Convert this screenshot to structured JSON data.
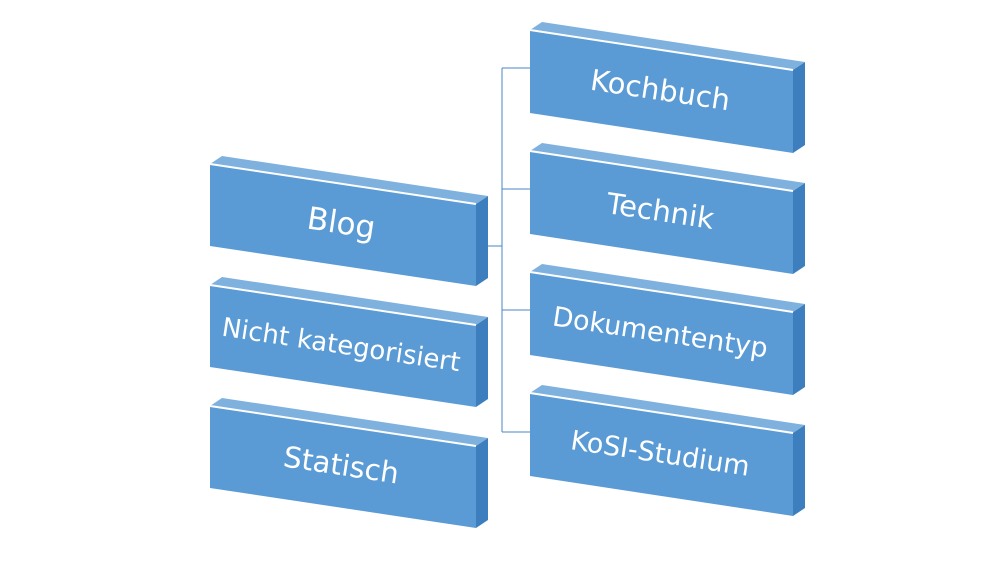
{
  "colors": {
    "face": "#5b9bd5",
    "top": "#7fb1df",
    "side": "#3d7fbe",
    "highlight": "#ffffff",
    "connector": "#4a86c5",
    "text": "#ffffff"
  },
  "left_boxes": [
    {
      "label": "Blog"
    },
    {
      "label": "Nicht kategorisiert"
    },
    {
      "label": "Statisch"
    }
  ],
  "right_boxes": [
    {
      "label": "Kochbuch"
    },
    {
      "label": "Technik"
    },
    {
      "label": "Dokumententyp"
    },
    {
      "label": "KoSI-Studium"
    }
  ]
}
